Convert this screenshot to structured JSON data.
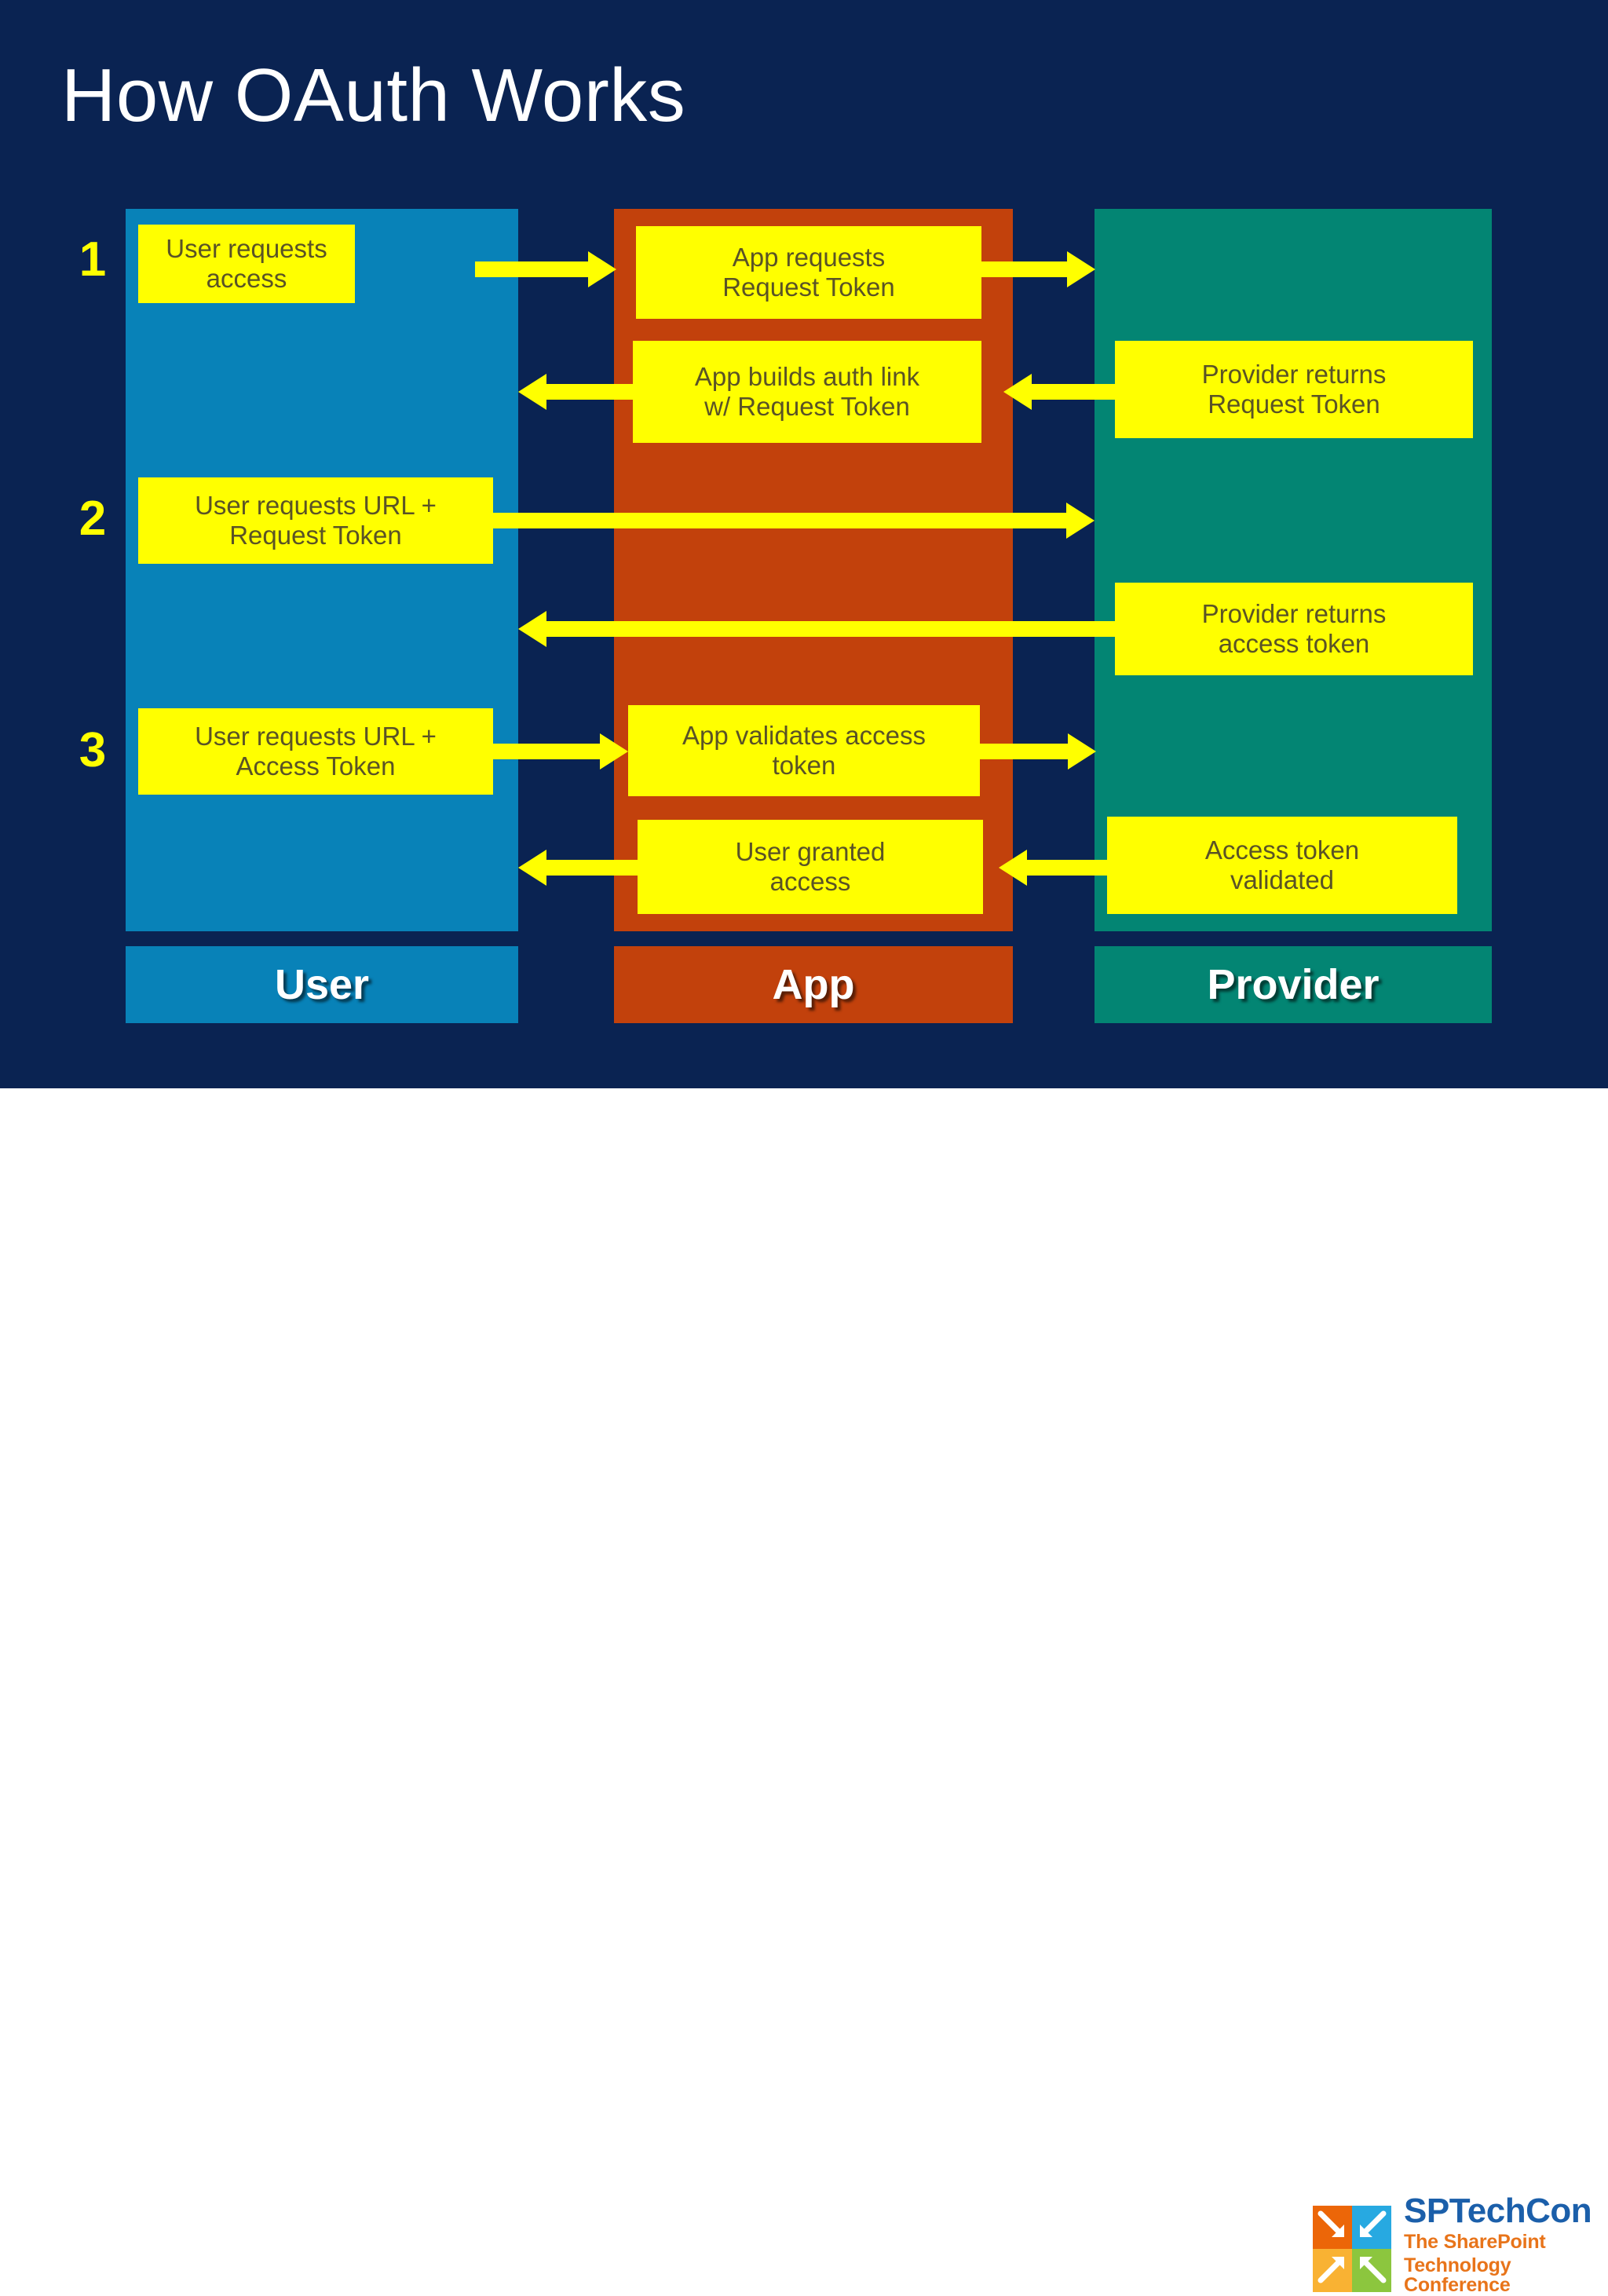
{
  "slide": {
    "title": "How OAuth Works",
    "background_color": "#0a2352"
  },
  "lanes": [
    {
      "id": "user",
      "label": "User",
      "color": "#0882b8"
    },
    {
      "id": "app",
      "label": "App",
      "color": "#c2410c"
    },
    {
      "id": "provider",
      "label": "Provider",
      "color": "#038573"
    }
  ],
  "steps": [
    {
      "number": "1"
    },
    {
      "number": "2"
    },
    {
      "number": "3"
    }
  ],
  "cards": [
    {
      "id": "user-requests-access",
      "lane": "user",
      "text": "User requests access"
    },
    {
      "id": "app-requests-request-token",
      "lane": "app",
      "text": "App requests Request Token"
    },
    {
      "id": "app-builds-auth-link",
      "lane": "app",
      "text": "App builds auth link w/ Request Token"
    },
    {
      "id": "provider-returns-request-token",
      "lane": "provider",
      "text": "Provider returns Request Token"
    },
    {
      "id": "user-requests-url-request-token",
      "lane": "user",
      "text": "User requests URL + Request Token"
    },
    {
      "id": "provider-returns-access-token",
      "lane": "provider",
      "text": "Provider returns access token"
    },
    {
      "id": "user-requests-url-access-token",
      "lane": "user",
      "text": "User requests URL + Access Token"
    },
    {
      "id": "app-validates-access-token",
      "lane": "app",
      "text": "App validates access token"
    },
    {
      "id": "user-granted-access",
      "lane": "app",
      "text": "User granted access"
    },
    {
      "id": "access-token-validated",
      "lane": "provider",
      "text": "Access token validated"
    }
  ],
  "card_lines": {
    "user_requests_access": "User requests access",
    "app_requests_request_token_l1": "App requests",
    "app_requests_request_token_l2": "Request Token",
    "app_builds_auth_link_l1": "App builds auth link",
    "app_builds_auth_link_l2": "w/ Request Token",
    "provider_returns_request_token_l1": "Provider returns",
    "provider_returns_request_token_l2": "Request Token",
    "user_requests_url_request_token_l1": "User requests URL +",
    "user_requests_url_request_token_l2": "Request Token",
    "provider_returns_access_token_l1": "Provider returns",
    "provider_returns_access_token_l2": "access token",
    "user_requests_url_access_token_l1": "User requests URL +",
    "user_requests_url_access_token_l2": "Access Token",
    "app_validates_access_token_l1": "App validates access",
    "app_validates_access_token_l2": "token",
    "user_granted_access_l1": "User granted",
    "user_granted_access_l2": "access",
    "access_token_validated_l1": "Access token",
    "access_token_validated_l2": "validated"
  },
  "arrows": [
    {
      "id": "user-to-app-1",
      "direction": "right"
    },
    {
      "id": "app-to-provider-1",
      "direction": "right"
    },
    {
      "id": "provider-to-app-2",
      "direction": "left"
    },
    {
      "id": "app-to-user-2",
      "direction": "left"
    },
    {
      "id": "user-to-provider-3",
      "direction": "right"
    },
    {
      "id": "provider-to-user-4",
      "direction": "left"
    },
    {
      "id": "user-to-app-5",
      "direction": "right"
    },
    {
      "id": "app-to-provider-5",
      "direction": "right"
    },
    {
      "id": "provider-to-app-6",
      "direction": "left"
    },
    {
      "id": "app-to-user-6",
      "direction": "left"
    }
  ],
  "logo": {
    "title": "SPTechCon",
    "subtitle_line1": "The SharePoint",
    "subtitle_line2": "Technology Conference",
    "title_color": "#1b5faa",
    "subtitle_color": "#e8741a",
    "quadrant_colors": [
      "#ec6608",
      "#27a9e1",
      "#f9b233",
      "#8cc63e"
    ]
  },
  "colors": {
    "accent_yellow": "#ffff00",
    "card_text": "#5a5326",
    "background": "#0a2352"
  }
}
